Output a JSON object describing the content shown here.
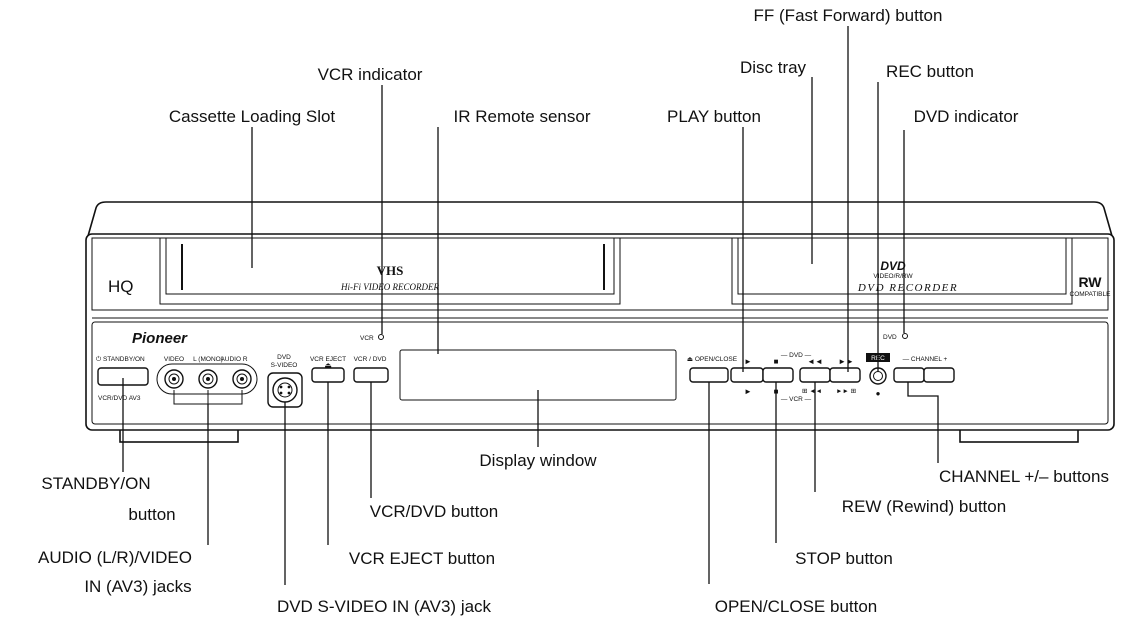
{
  "callouts": {
    "ff_button": "FF (Fast Forward) button",
    "vcr_indicator": "VCR indicator",
    "disc_tray": "Disc tray",
    "rec_button": "REC button",
    "cassette_slot": "Cassette Loading Slot",
    "ir_sensor": "IR Remote sensor",
    "play_button": "PLAY button",
    "dvd_indicator": "DVD indicator",
    "standby_line1": "STANDBY/ON",
    "standby_line2": "button",
    "display_window": "Display window",
    "channel_buttons": "CHANNEL +/– buttons",
    "vcr_dvd_button": "VCR/DVD button",
    "rew_button": "REW (Rewind) button",
    "audio_video_line1": "AUDIO (L/R)/VIDEO",
    "audio_video_line2": "IN (AV3) jacks",
    "vcr_eject_button": "VCR EJECT button",
    "stop_button": "STOP button",
    "svideo_jack": "DVD S-VIDEO IN (AV3) jack",
    "open_close_button": "OPEN/CLOSE button"
  },
  "device": {
    "brand": "Pioneer",
    "hq_logo": "HQ",
    "vhs_logo": "VHS",
    "vhs_subtitle": "Hi-Fi VIDEO RECORDER",
    "dvd_logo": "DVD",
    "dvd_logo_sub": "VIDEO/R/RW",
    "dvd_recorder": "DVD  RECORDER",
    "rw_logo": "RW",
    "rw_sub": "COMPATIBLE",
    "vcr_ind_label": "VCR",
    "dvd_ind_label": "DVD",
    "standby_label": "⏻ STANDBY/ON",
    "av3_label": "VCR/DVD  AV3",
    "video_label": "VIDEO",
    "lmono_label": "L (MONO)",
    "audio_r_label": "AUDIO  R",
    "dvd_svideo_label1": "DVD",
    "dvd_svideo_label2": "S-VIDEO",
    "vcr_eject_label": "VCR EJECT",
    "eject_symbol": "⏏",
    "vcr_dvd_label": "VCR / DVD",
    "open_close_label": "⏏ OPEN/CLOSE",
    "dvd_group_label": "— DVD —",
    "vcr_group_label": "— VCR —",
    "play_symbol": "►",
    "stop_symbol": "■",
    "rew_symbol": "◄◄",
    "ff_symbol": "►►",
    "rec_label": "REC",
    "rec_dot": "●",
    "channel_label": "— CHANNEL +",
    "vcr_rew_label": "⊞ ◄◄",
    "vcr_ff_label": "►► ⊞"
  }
}
